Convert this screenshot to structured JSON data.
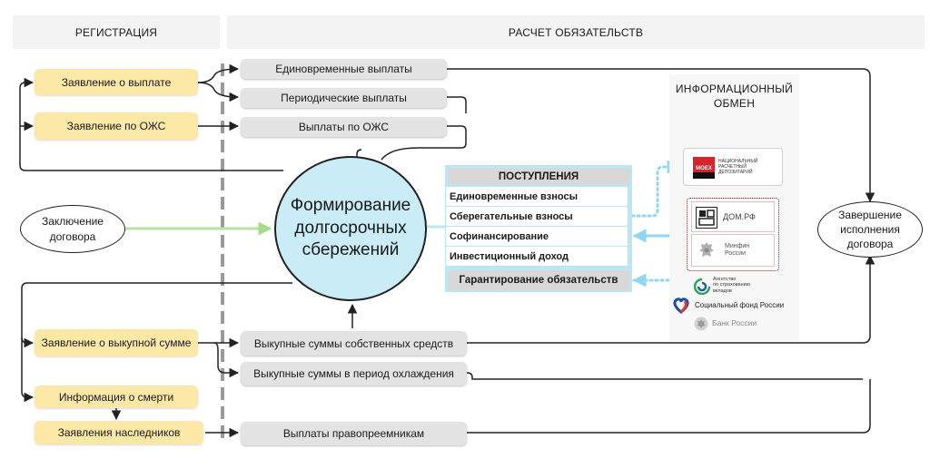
{
  "columns": {
    "registration": "РЕГИСТРАЦИЯ",
    "calculation": "РАСЧЕТ ОБЯЗАТЕЛЬСТВ"
  },
  "applications": {
    "payout": "Заявление о выплате",
    "ozhs": "Заявление по ОЖС",
    "redemption": "Заявление о выкупной сумме",
    "death_info": "Информация о смерти",
    "heirs": "Заявления наследников"
  },
  "payments": {
    "lump_sum": "Единовременные выплаты",
    "periodic": "Периодические выплаты",
    "ozhs": "Выплаты по ОЖС",
    "redemption_own": "Выкупные суммы собственных средств",
    "redemption_cooling": "Выкупные суммы в период охлаждения",
    "successors": "Выплаты правопреемникам"
  },
  "contract": {
    "conclusion_line1": "Заключение",
    "conclusion_line2": "договора",
    "completion_line1": "Завершение",
    "completion_line2": "исполнения",
    "completion_line3": "договора"
  },
  "center": {
    "line1": "Формирование",
    "line2": "долгосрочных",
    "line3": "сбережений"
  },
  "receipts": {
    "header": "ПОСТУПЛЕНИЯ",
    "items": [
      "Единовременные взносы",
      "Сберегательные взносы",
      "Софинансирование",
      "Инвестиционный доход"
    ],
    "guarantee": "Гарантирование обязательств"
  },
  "info_exchange": {
    "title_line1": "ИНФОРМАЦИОННЫЙ",
    "title_line2": "ОБМЕН",
    "nsd_logo": "MOEX",
    "nsd_line1": "НАЦИОНАЛЬНЫЙ",
    "nsd_line2": "РАСЧЕТНЫЙ",
    "nsd_line3": "ДЕПОЗИТАРИЙ",
    "domrf": "ДОМ.РФ",
    "minfin_line1": "Минфин",
    "minfin_line2": "России",
    "asv_line1": "Агентство",
    "asv_line2": "по страхованию",
    "asv_line3": "вкладов",
    "sfr": "Социальный фонд России",
    "cbr": "Банк России"
  },
  "colors": {
    "yellow": "#fbe7a6",
    "grey": "#e3e3e3",
    "circle": "#c9ecf6",
    "panel": "#b9e8f4",
    "green_arrow": "#b5e3a0",
    "dotted": "#8fd6ee",
    "moex_red": "#d9232d",
    "sfr_blue": "#1f4ca8",
    "sfr_red": "#e63a2e"
  }
}
